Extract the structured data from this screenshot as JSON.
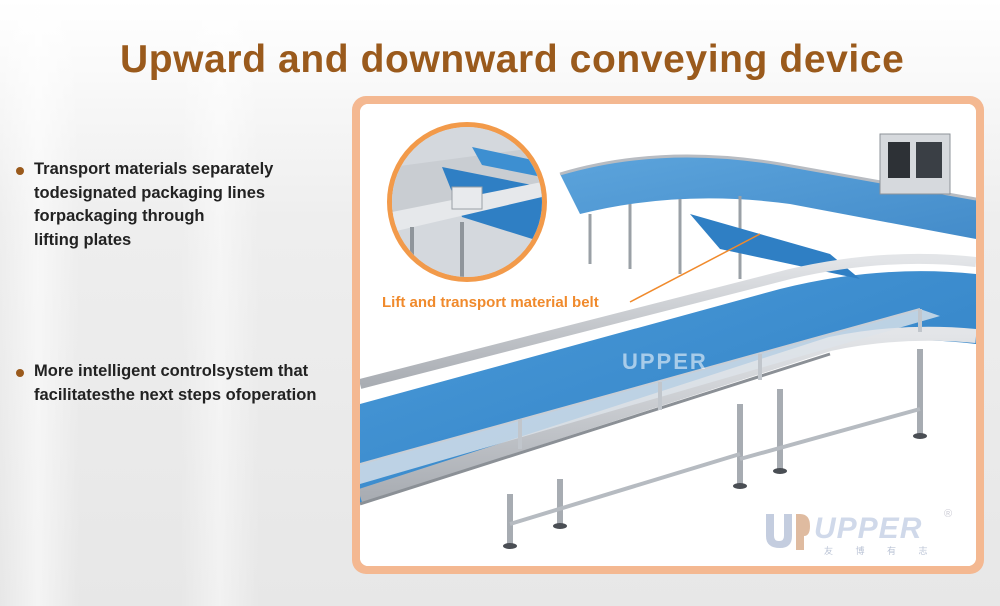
{
  "title": "Upward and downward conveying device",
  "bullets": [
    {
      "lines": [
        "Transport materials separately",
        "todesignated packaging lines",
        "forpackaging through",
        "lifting plates"
      ]
    },
    {
      "lines": [
        "More intelligent controlsystem that",
        "facilitatesthe next steps ofoperation"
      ]
    }
  ],
  "callout": {
    "label": "Lift and transport material belt"
  },
  "watermark": {
    "text": "UPPER"
  },
  "logo": {
    "text": "UPPER",
    "subtext": "友 博 有 志",
    "registered": "®"
  },
  "colors": {
    "title": "#9a5a1c",
    "frame": "#f4b891",
    "callout": "#f08a2c",
    "belt": "#3d8fd1",
    "steel": "#c9ccd0"
  }
}
